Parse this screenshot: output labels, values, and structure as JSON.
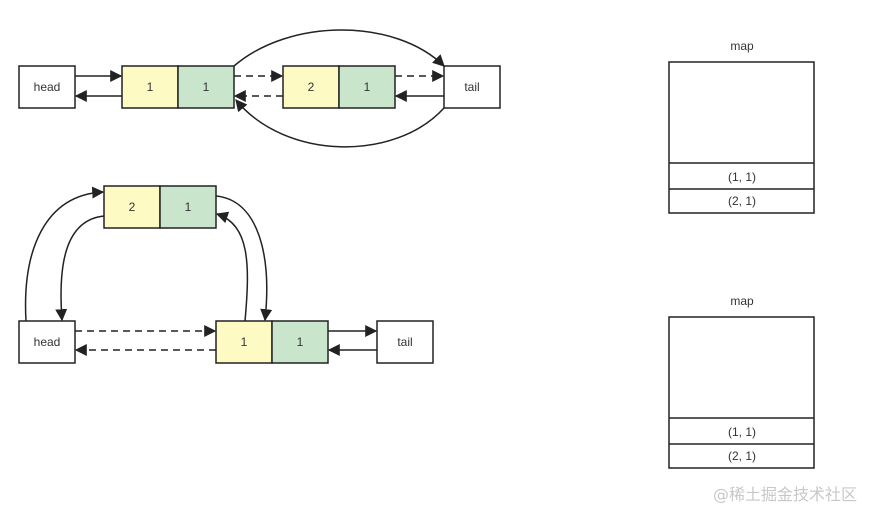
{
  "colors": {
    "key_fill": "#fdfbc3",
    "value_fill": "#c9e5cb",
    "plain_fill": "#ffffff",
    "stroke": "#222222",
    "watermark": "#c8c8c8"
  },
  "top_diagram": {
    "head_label": "head",
    "tail_label": "tail",
    "node_a": {
      "key": "1",
      "value": "1"
    },
    "node_b": {
      "key": "2",
      "value": "1"
    },
    "map_title": "map",
    "map_entries": [
      "(1, 1)",
      "(2, 1)"
    ]
  },
  "bottom_diagram": {
    "head_label": "head",
    "tail_label": "tail",
    "node_a": {
      "key": "2",
      "value": "1"
    },
    "node_b": {
      "key": "1",
      "value": "1"
    },
    "map_title": "map",
    "map_entries": [
      "(1, 1)",
      "(2, 1)"
    ]
  },
  "watermark": "@稀土掘金技术社区"
}
